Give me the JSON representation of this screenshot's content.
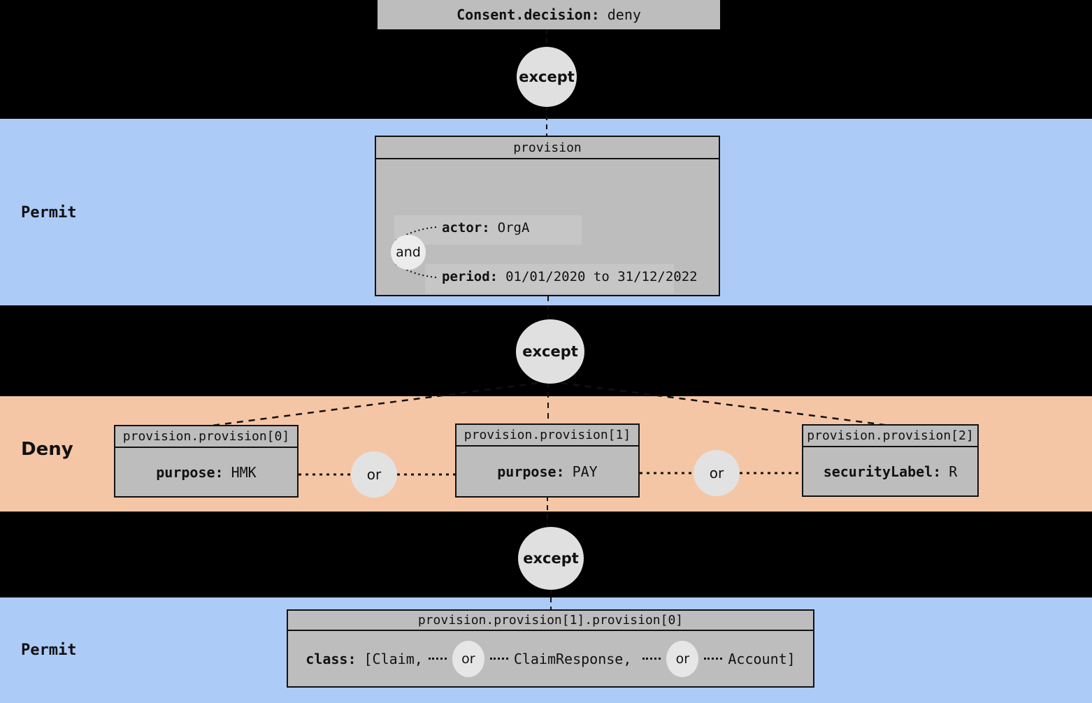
{
  "colors": {
    "background": "#000000",
    "permit_band": "#adcbf7",
    "deny_band": "#f5c6a5",
    "node_fill": "#bdbdbd",
    "circle_fill": "#e0e0e0",
    "border": "#111111"
  },
  "title": {
    "label": "Consent.decision:",
    "value": "deny"
  },
  "labels": {
    "except": "except",
    "and": "and",
    "or": "or"
  },
  "permit1": {
    "label": "Permit",
    "box": {
      "header": "provision",
      "operator": "and",
      "rows": [
        {
          "key": "actor:",
          "value": "OrgA"
        },
        {
          "key": "period:",
          "value": "01/01/2020 to 31/12/2022"
        }
      ]
    }
  },
  "deny": {
    "label": "Deny",
    "operator": "or",
    "boxes": [
      {
        "header": "provision.provision[0]",
        "key": "purpose:",
        "value": "HMK"
      },
      {
        "header": "provision.provision[1]",
        "key": "purpose:",
        "value": "PAY"
      },
      {
        "header": "provision.provision[2]",
        "key": "securityLabel:",
        "value": "R"
      }
    ]
  },
  "permit2": {
    "label": "Permit",
    "box": {
      "header": "provision.provision[1].provision[0]",
      "key": "class:",
      "operator": "or",
      "parts": [
        "[Claim,",
        "ClaimResponse,",
        "Account]"
      ]
    }
  }
}
